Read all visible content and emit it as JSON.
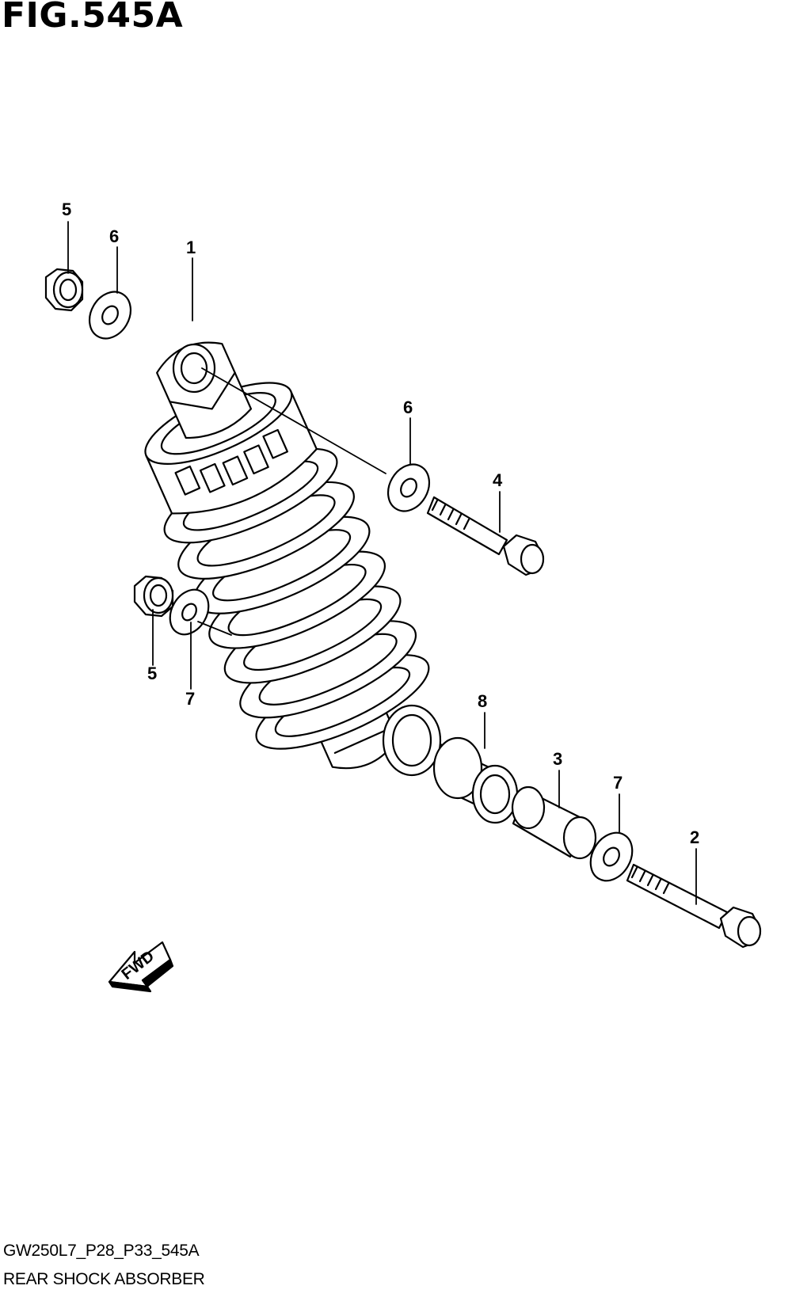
{
  "figure": {
    "title": "FIG.545A",
    "code": "GW250L7_P28_P33_545A",
    "name": "REAR SHOCK ABSORBER"
  },
  "direction_arrow": {
    "label": "FWD"
  },
  "callouts": [
    {
      "id": "c1",
      "label": "1"
    },
    {
      "id": "c2",
      "label": "2"
    },
    {
      "id": "c3",
      "label": "3"
    },
    {
      "id": "c4",
      "label": "4"
    },
    {
      "id": "c5a",
      "label": "5"
    },
    {
      "id": "c5b",
      "label": "5"
    },
    {
      "id": "c6a",
      "label": "6"
    },
    {
      "id": "c6b",
      "label": "6"
    },
    {
      "id": "c7a",
      "label": "7"
    },
    {
      "id": "c7b",
      "label": "7"
    },
    {
      "id": "c8",
      "label": "8"
    }
  ]
}
